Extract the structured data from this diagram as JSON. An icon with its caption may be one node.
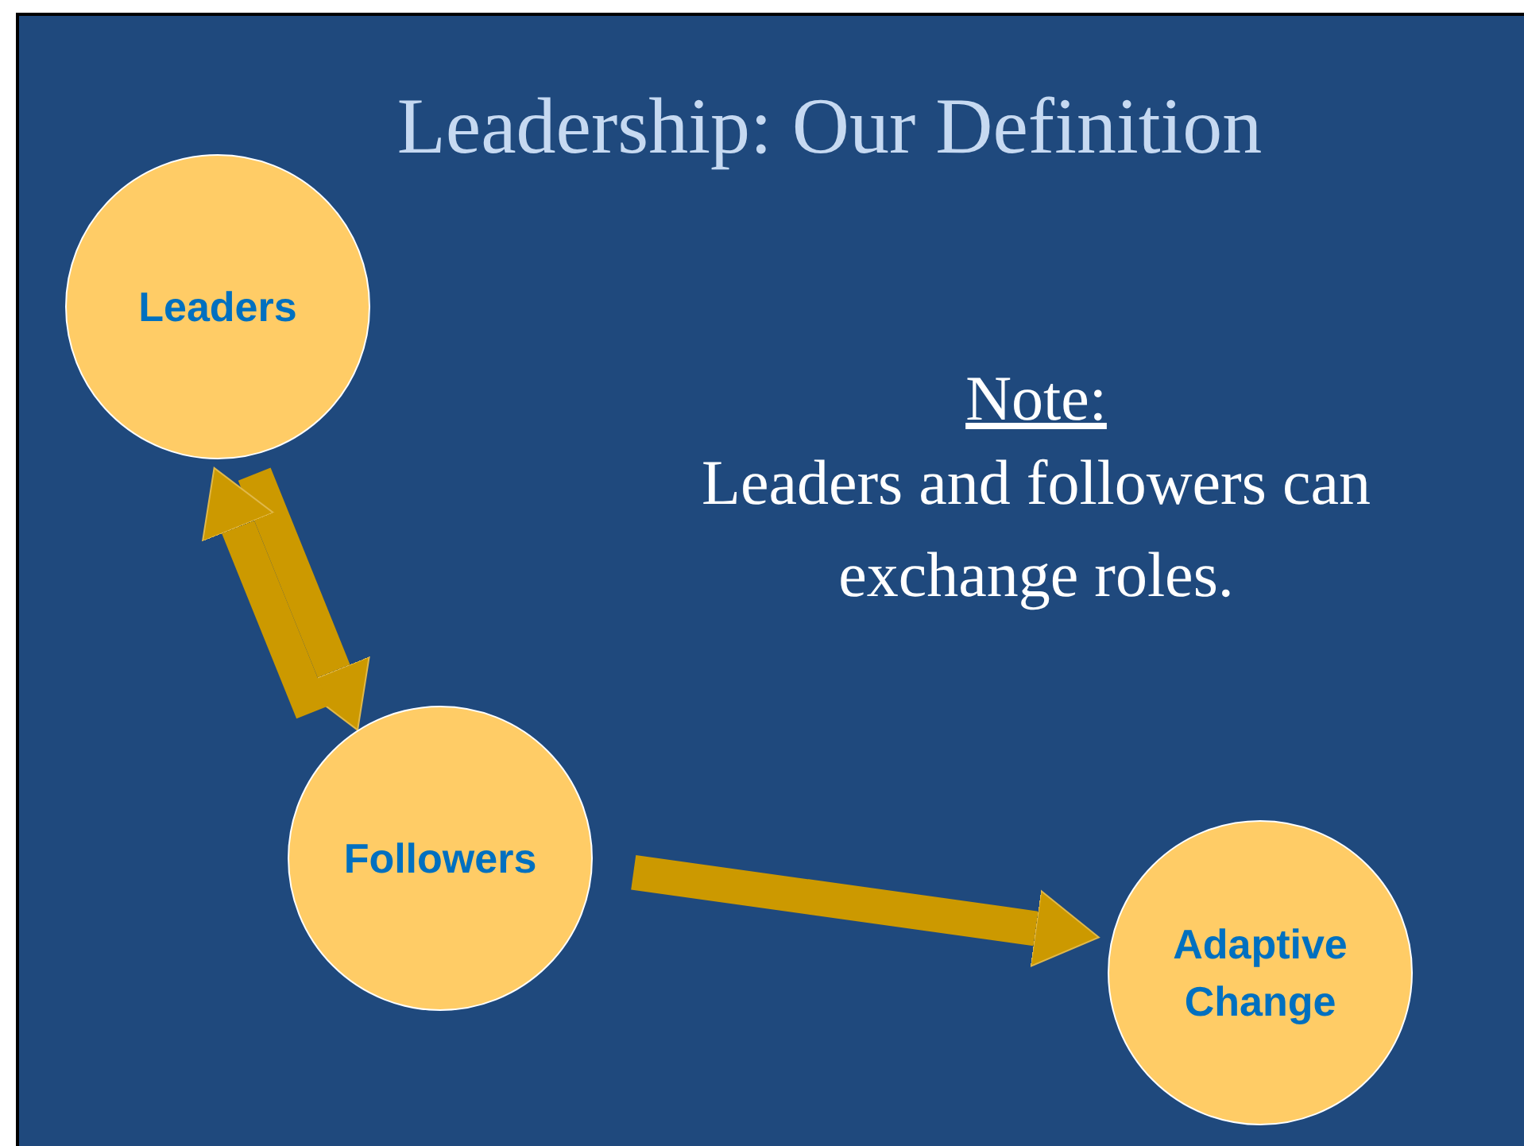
{
  "diagram": {
    "title": "Leadership: Our Definition",
    "nodes": [
      {
        "text": [
          "Leaders"
        ]
      },
      {
        "text": [
          "Followers"
        ]
      },
      {
        "text": [
          "Adaptive Change"
        ]
      }
    ],
    "edges": [
      {
        "from": 0,
        "to": 1,
        "arrow": "to"
      },
      {
        "from": 1,
        "to": 0,
        "arrow": "to"
      },
      {
        "from": 1,
        "to": 2,
        "arrow": "to"
      }
    ],
    "labels": [
      "Note:",
      "Leaders and followers can exchange roles."
    ]
  }
}
